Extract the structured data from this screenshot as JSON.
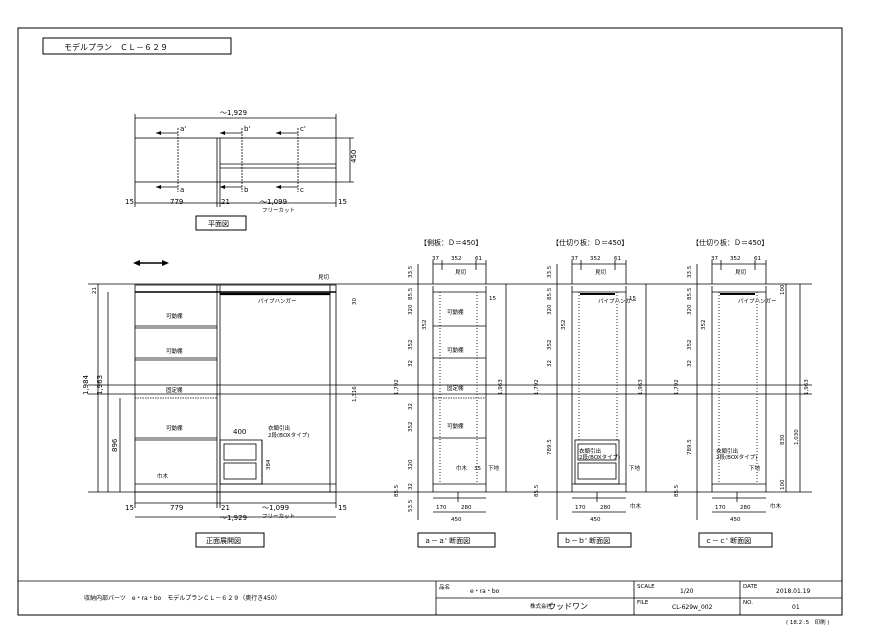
{
  "model_plan": "モデルプラン　ＣＬ－６２９",
  "plan": {
    "total_width": "～1,929",
    "depth": "450",
    "dims": [
      "15",
      "779",
      "21",
      "～1,099",
      "15"
    ],
    "free_cut": "フリーカット",
    "section_marks": [
      "a'",
      "b'",
      "c'",
      "a",
      "b",
      "c"
    ],
    "caption": "平面図"
  },
  "front": {
    "caption": "正面展開図",
    "heights": [
      "1,984",
      "1,963",
      "896"
    ],
    "top_gap": "21",
    "dims": [
      "15",
      "779",
      "21",
      "～1,099",
      "15"
    ],
    "total_width": "～1,929",
    "free_cut": "フリーカット",
    "labels": {
      "hangpipe": "パイプハンガー",
      "movable_shelf": "可動棚",
      "fixed_shelf": "固定棚",
      "base": "巾木",
      "top_rail": "見切",
      "drawer_title": "衣類引出",
      "drawer_sub": "2段(BOXタイプ)",
      "drawer_w": "400",
      "drawer_h": "384"
    },
    "right_dims": [
      "30",
      "1,316"
    ]
  },
  "sections": [
    {
      "header": "【側板：Ｄ＝450】",
      "top_dims": [
        "37",
        "352",
        "61"
      ],
      "left_dims": [
        "33.5",
        "85.5",
        "320",
        "352",
        "32",
        "352",
        "1,792",
        "32",
        "352",
        "320",
        "32",
        "85.5",
        "53.5"
      ],
      "right_dims": [
        "15",
        "1,963"
      ],
      "bottom_dims": [
        "170",
        "280"
      ],
      "total": "450",
      "caption": "ａ－ａ' 断面図",
      "labels": {
        "rail": "見切",
        "shelf": "可動棚",
        "fixed": "固定棚",
        "base": "巾木",
        "foot": "下地",
        "mirror": "35"
      }
    },
    {
      "header": "【仕切り板：Ｄ＝450】",
      "top_dims": [
        "37",
        "352",
        "61"
      ],
      "left_dims": [
        "33.5",
        "85.5",
        "320",
        "352",
        "32",
        "352",
        "1,792",
        "789.5",
        "85.5"
      ],
      "right_dims": [
        "15",
        "1,963"
      ],
      "bottom_dims": [
        "170",
        "280"
      ],
      "total": "450",
      "caption": "ｂ－ｂ' 断面図",
      "labels": {
        "rail": "見切",
        "pipe": "パイプハンガー",
        "drawer": "衣類引出",
        "drawer_sub": "2段(BOXタイプ)",
        "foot": "下地",
        "base": "巾木"
      }
    },
    {
      "header": "【仕切り板：Ｄ＝450】",
      "top_dims": [
        "37",
        "352",
        "61"
      ],
      "left_dims": [
        "33.5",
        "85.5",
        "320",
        "352",
        "32",
        "352",
        "1,792",
        "789.5",
        "85.5"
      ],
      "right_dims": [
        "100",
        "1,963",
        "830",
        "1,030",
        "100"
      ],
      "bottom_dims": [
        "170",
        "280"
      ],
      "total": "450",
      "caption": "ｃ－ｃ' 断面図",
      "labels": {
        "rail": "見切",
        "pipe": "パイプハンガー",
        "drawer": "衣類引出",
        "drawer_sub": "2段(BOXタイプ)",
        "foot": "下地",
        "base": "巾木"
      }
    }
  ],
  "title_block": {
    "project": "収納内部パーツ　e・ra・bo　モデルプランＣＬ－６２９（奥行き450）",
    "client_label": "品名",
    "client": "e・ra・bo",
    "company_label": "株式会社",
    "company": "ウッドワン",
    "scale_label": "SCALE",
    "scale": "1/20",
    "date_label": "DATE",
    "date": "2018.01.19",
    "file_label": "FILE",
    "file": "CL-629w_002",
    "no_label": "NO.",
    "no": "01",
    "footer": "( 18.2 .5　印刷 )"
  }
}
